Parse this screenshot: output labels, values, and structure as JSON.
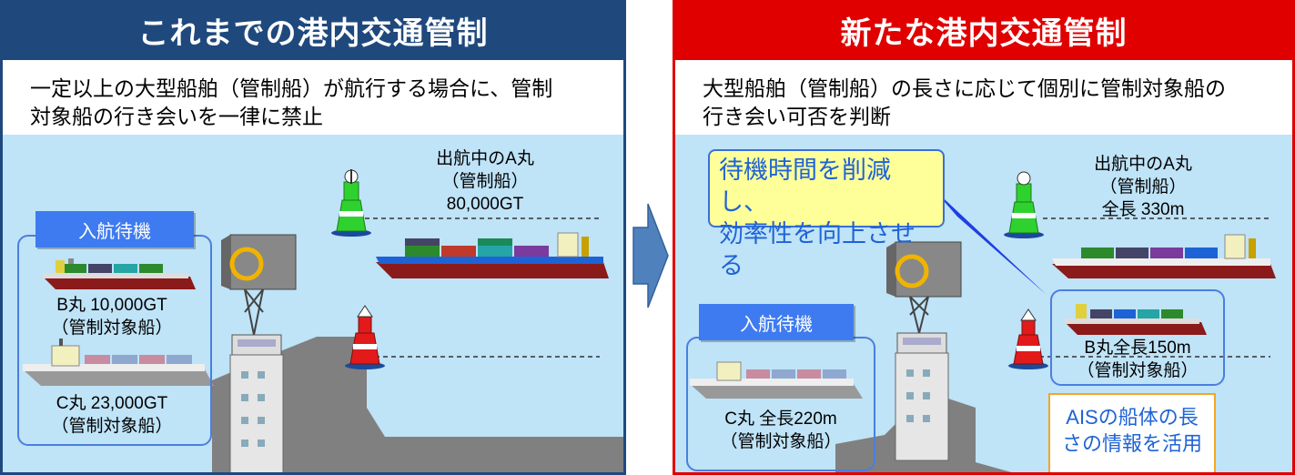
{
  "left": {
    "title": "これまでの港内交通管制",
    "description_line1": "一定以上の大型船舶（管制船）が航行する場合に、管制",
    "description_line2": "対象船の行き会いを一律に禁止",
    "ship_a": {
      "line1": "出航中のA丸",
      "line2": "（管制船）",
      "line3": "80,000GT"
    },
    "waiting_tag": "入航待機",
    "ship_b": {
      "line1": "B丸 10,000GT",
      "line2": "（管制対象船）"
    },
    "ship_c": {
      "line1": "C丸 23,000GT",
      "line2": "（管制対象船）"
    }
  },
  "right": {
    "title": "新たな港内交通管制",
    "description_line1": "大型船舶（管制船）の長さに応じて個別に管制対象船の",
    "description_line2": "行き会い可否を判断",
    "callout_line1": "待機時間を削減し、",
    "callout_line2": "効率性を向上させる",
    "ship_a": {
      "line1": "出航中のA丸",
      "line2": "（管制船）",
      "line3": "全長 330m"
    },
    "ship_b": {
      "line1": "B丸全長150m",
      "line2": "（管制対象船）"
    },
    "waiting_tag": "入航待機",
    "ship_c": {
      "line1": "C丸 全長220m",
      "line2": "（管制対象船）"
    },
    "ais_line1": "AISの船体の長",
    "ais_line2": "さの情報を活用"
  },
  "colors": {
    "left_header": "#1f497d",
    "right_header": "#e00000",
    "sea": "#bfe3f7",
    "land": "#808080",
    "arrow": "#4f81bd",
    "callout_fill": "#ffff99",
    "callout_text": "#1e63d6"
  }
}
